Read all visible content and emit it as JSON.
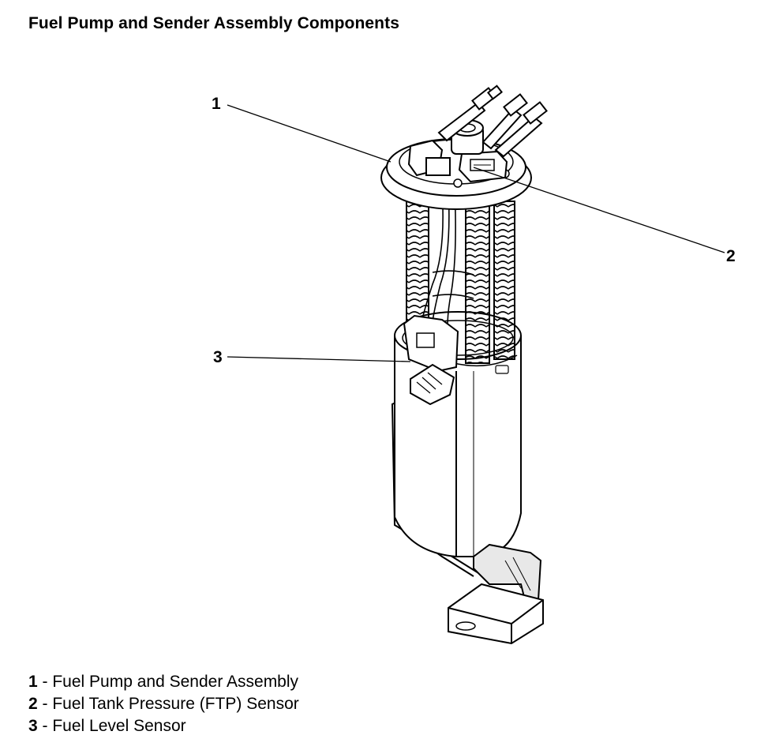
{
  "title": "Fuel Pump and Sender Assembly Components",
  "callouts": [
    {
      "number": "1",
      "label": "Fuel Pump and Sender Assembly"
    },
    {
      "number": "2",
      "label": "Fuel Tank Pressure (FTP) Sensor"
    },
    {
      "number": "3",
      "label": "Fuel Level Sensor"
    }
  ],
  "legend_separator": " - ",
  "colors": {
    "ink": "#000000",
    "background": "#ffffff",
    "shade": "#cfcfcf"
  }
}
